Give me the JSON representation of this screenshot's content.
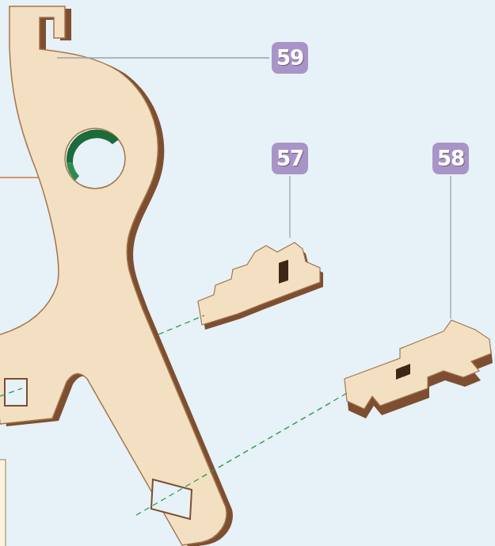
{
  "diagram": {
    "labels": [
      "59",
      "57",
      "58"
    ]
  }
}
